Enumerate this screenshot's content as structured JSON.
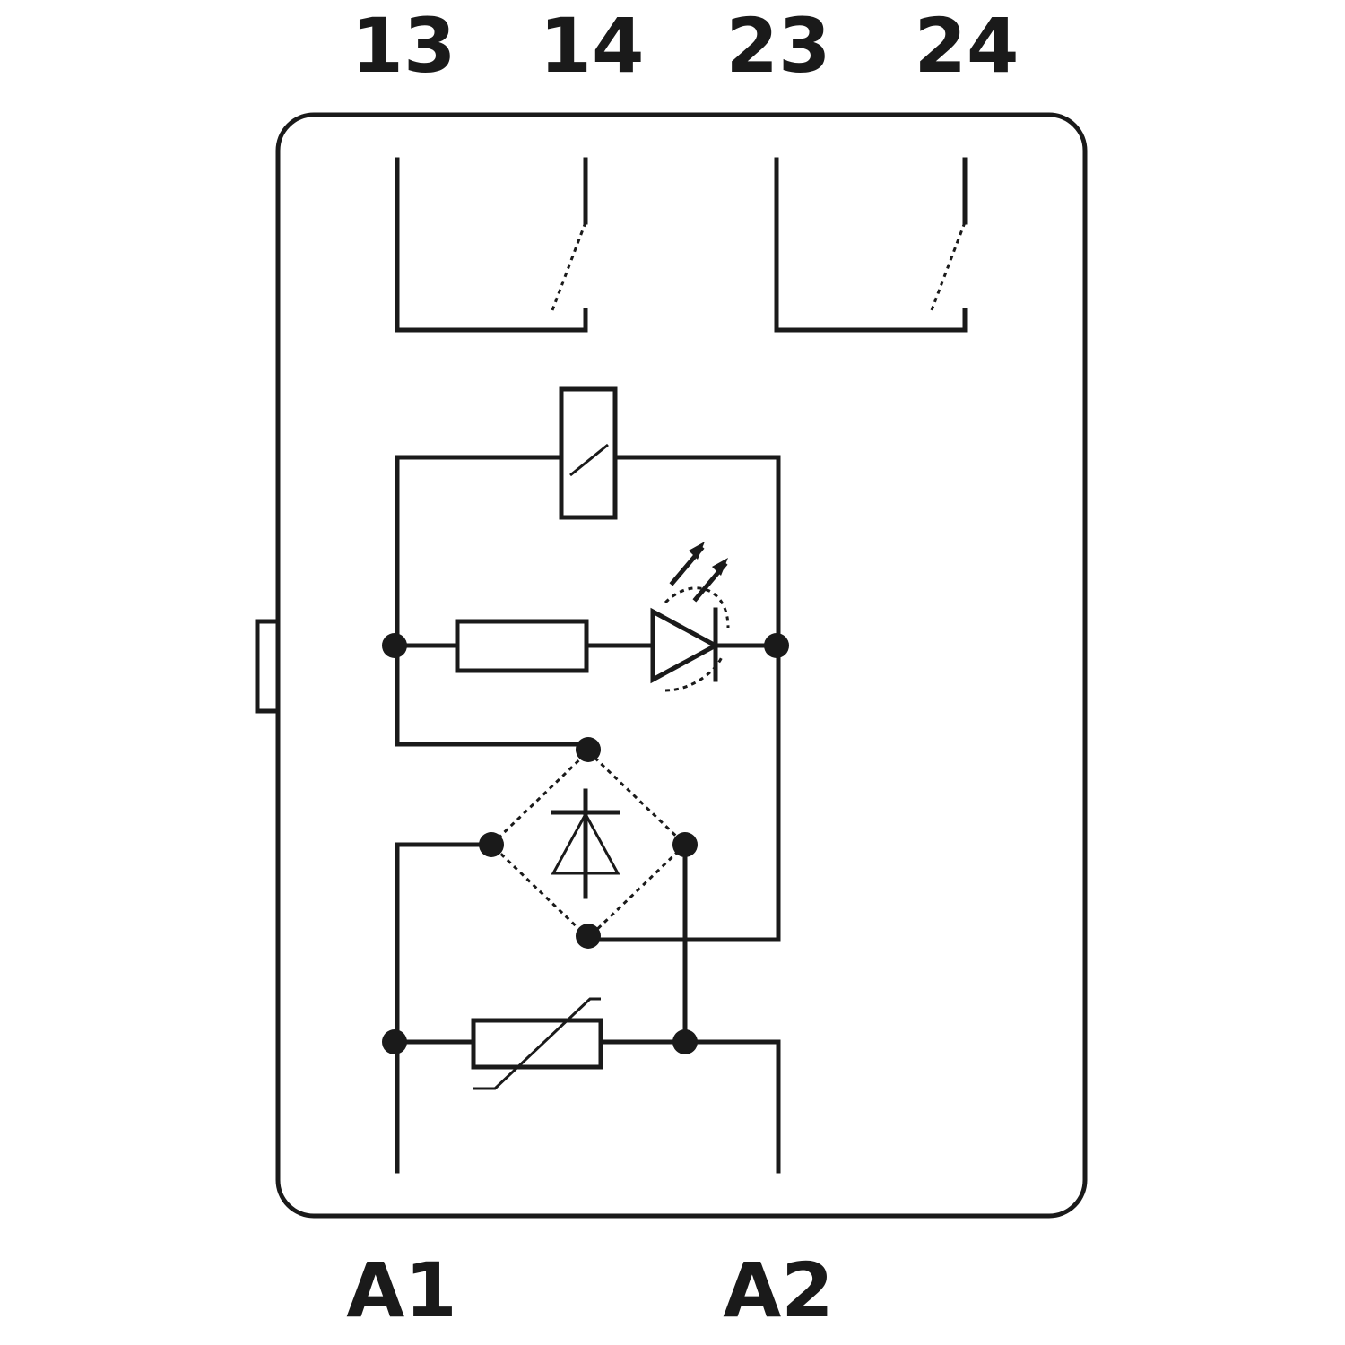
{
  "terminals": {
    "top": [
      "13",
      "14",
      "23",
      "24"
    ],
    "bottom": [
      "A1",
      "A2"
    ]
  },
  "colors": {
    "line": "#1a1a1a",
    "background": "#ffffff"
  }
}
